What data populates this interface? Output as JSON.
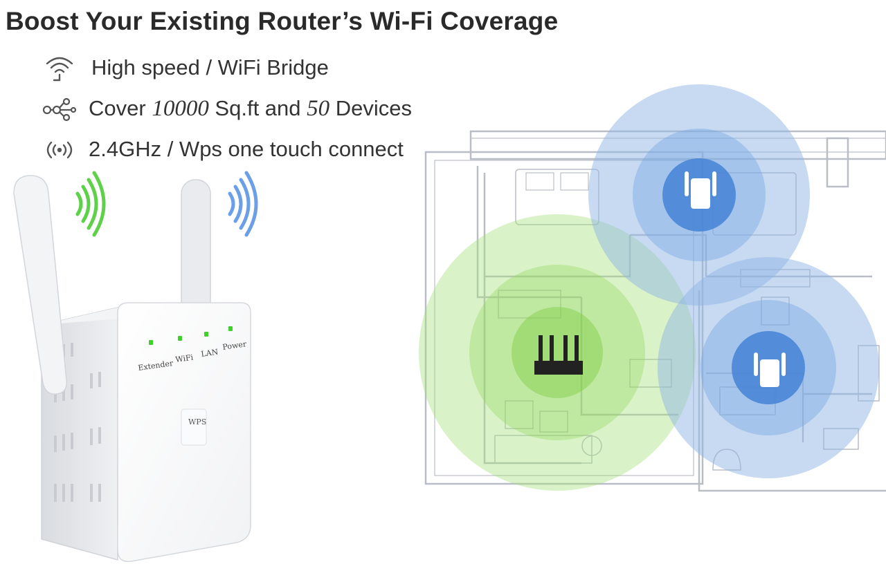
{
  "headline": "Boost Your Existing Router’s Wi-Fi Coverage",
  "features": [
    {
      "icon": "wifi-signal-icon",
      "text": "High speed / WiFi Bridge"
    },
    {
      "icon": "network-nodes-icon",
      "pre": "Cover ",
      "area": "10000",
      "mid": " Sq.ft and ",
      "devices": "50",
      "post": " Devices"
    },
    {
      "icon": "broadcast-icon",
      "text": "2.4GHz / Wps one touch connect"
    }
  ],
  "device": {
    "leds": [
      "Extender",
      "WiFi",
      "LAN",
      "Power"
    ],
    "wps_label": "WPS"
  },
  "colors": {
    "router_zone": "#a4e07a",
    "extender_zone": "#8fb6e6",
    "extender_core": "#3f7fd6",
    "led_green": "#3fd02b",
    "floorplan_line": "#b9bec6"
  }
}
